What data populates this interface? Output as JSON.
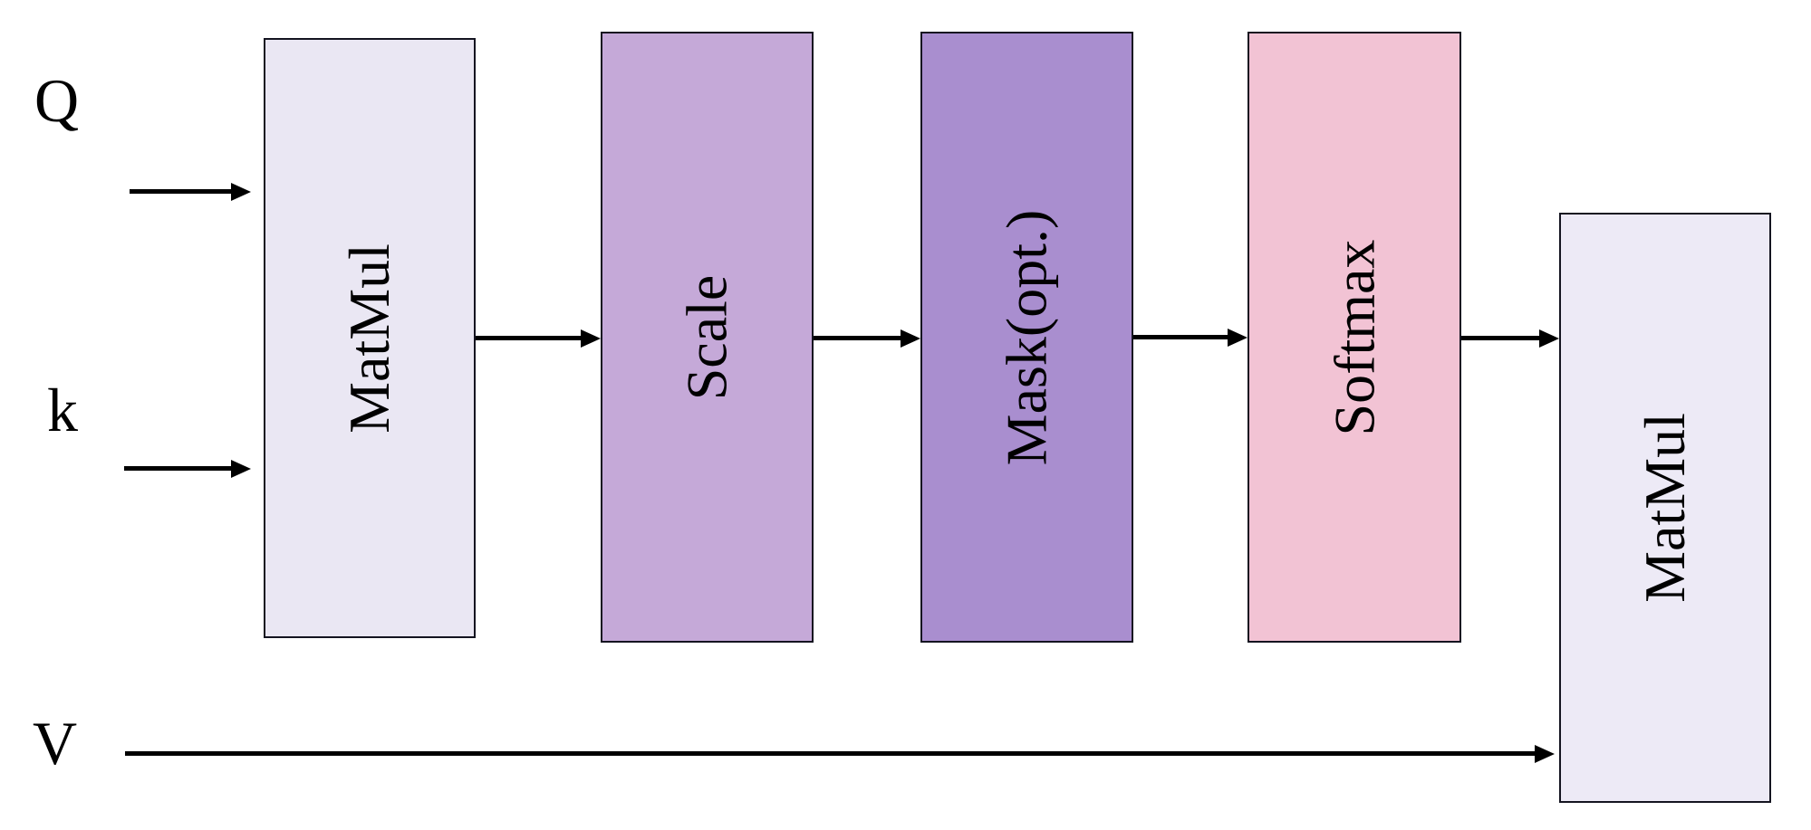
{
  "theme": {
    "background": "#ffffff",
    "border-color": "#141420",
    "arrow-color": "#000000",
    "text-color": "#000000"
  },
  "diagram": {
    "inputs": [
      {
        "id": "q",
        "label": "Q"
      },
      {
        "id": "k",
        "label": "k"
      },
      {
        "id": "v",
        "label": "V"
      }
    ],
    "blocks": [
      {
        "id": "matmul-1",
        "label": "MatMul",
        "fill": "#eae7f3"
      },
      {
        "id": "scale",
        "label": "Scale",
        "fill": "#c5a9d8"
      },
      {
        "id": "mask",
        "label": "Mask(opt.)",
        "fill": "#a98ecf"
      },
      {
        "id": "softmax",
        "label": "Softmax",
        "fill": "#f2c3d4"
      },
      {
        "id": "matmul-2",
        "label": "MatMul",
        "fill": "#edeaf6"
      }
    ],
    "connections": [
      {
        "from": "Q",
        "to": "MatMul"
      },
      {
        "from": "k",
        "to": "MatMul"
      },
      {
        "from": "MatMul",
        "to": "Scale"
      },
      {
        "from": "Scale",
        "to": "Mask(opt.)"
      },
      {
        "from": "Mask(opt.)",
        "to": "Softmax"
      },
      {
        "from": "Softmax",
        "to": "MatMul"
      },
      {
        "from": "V",
        "to": "MatMul"
      }
    ]
  }
}
